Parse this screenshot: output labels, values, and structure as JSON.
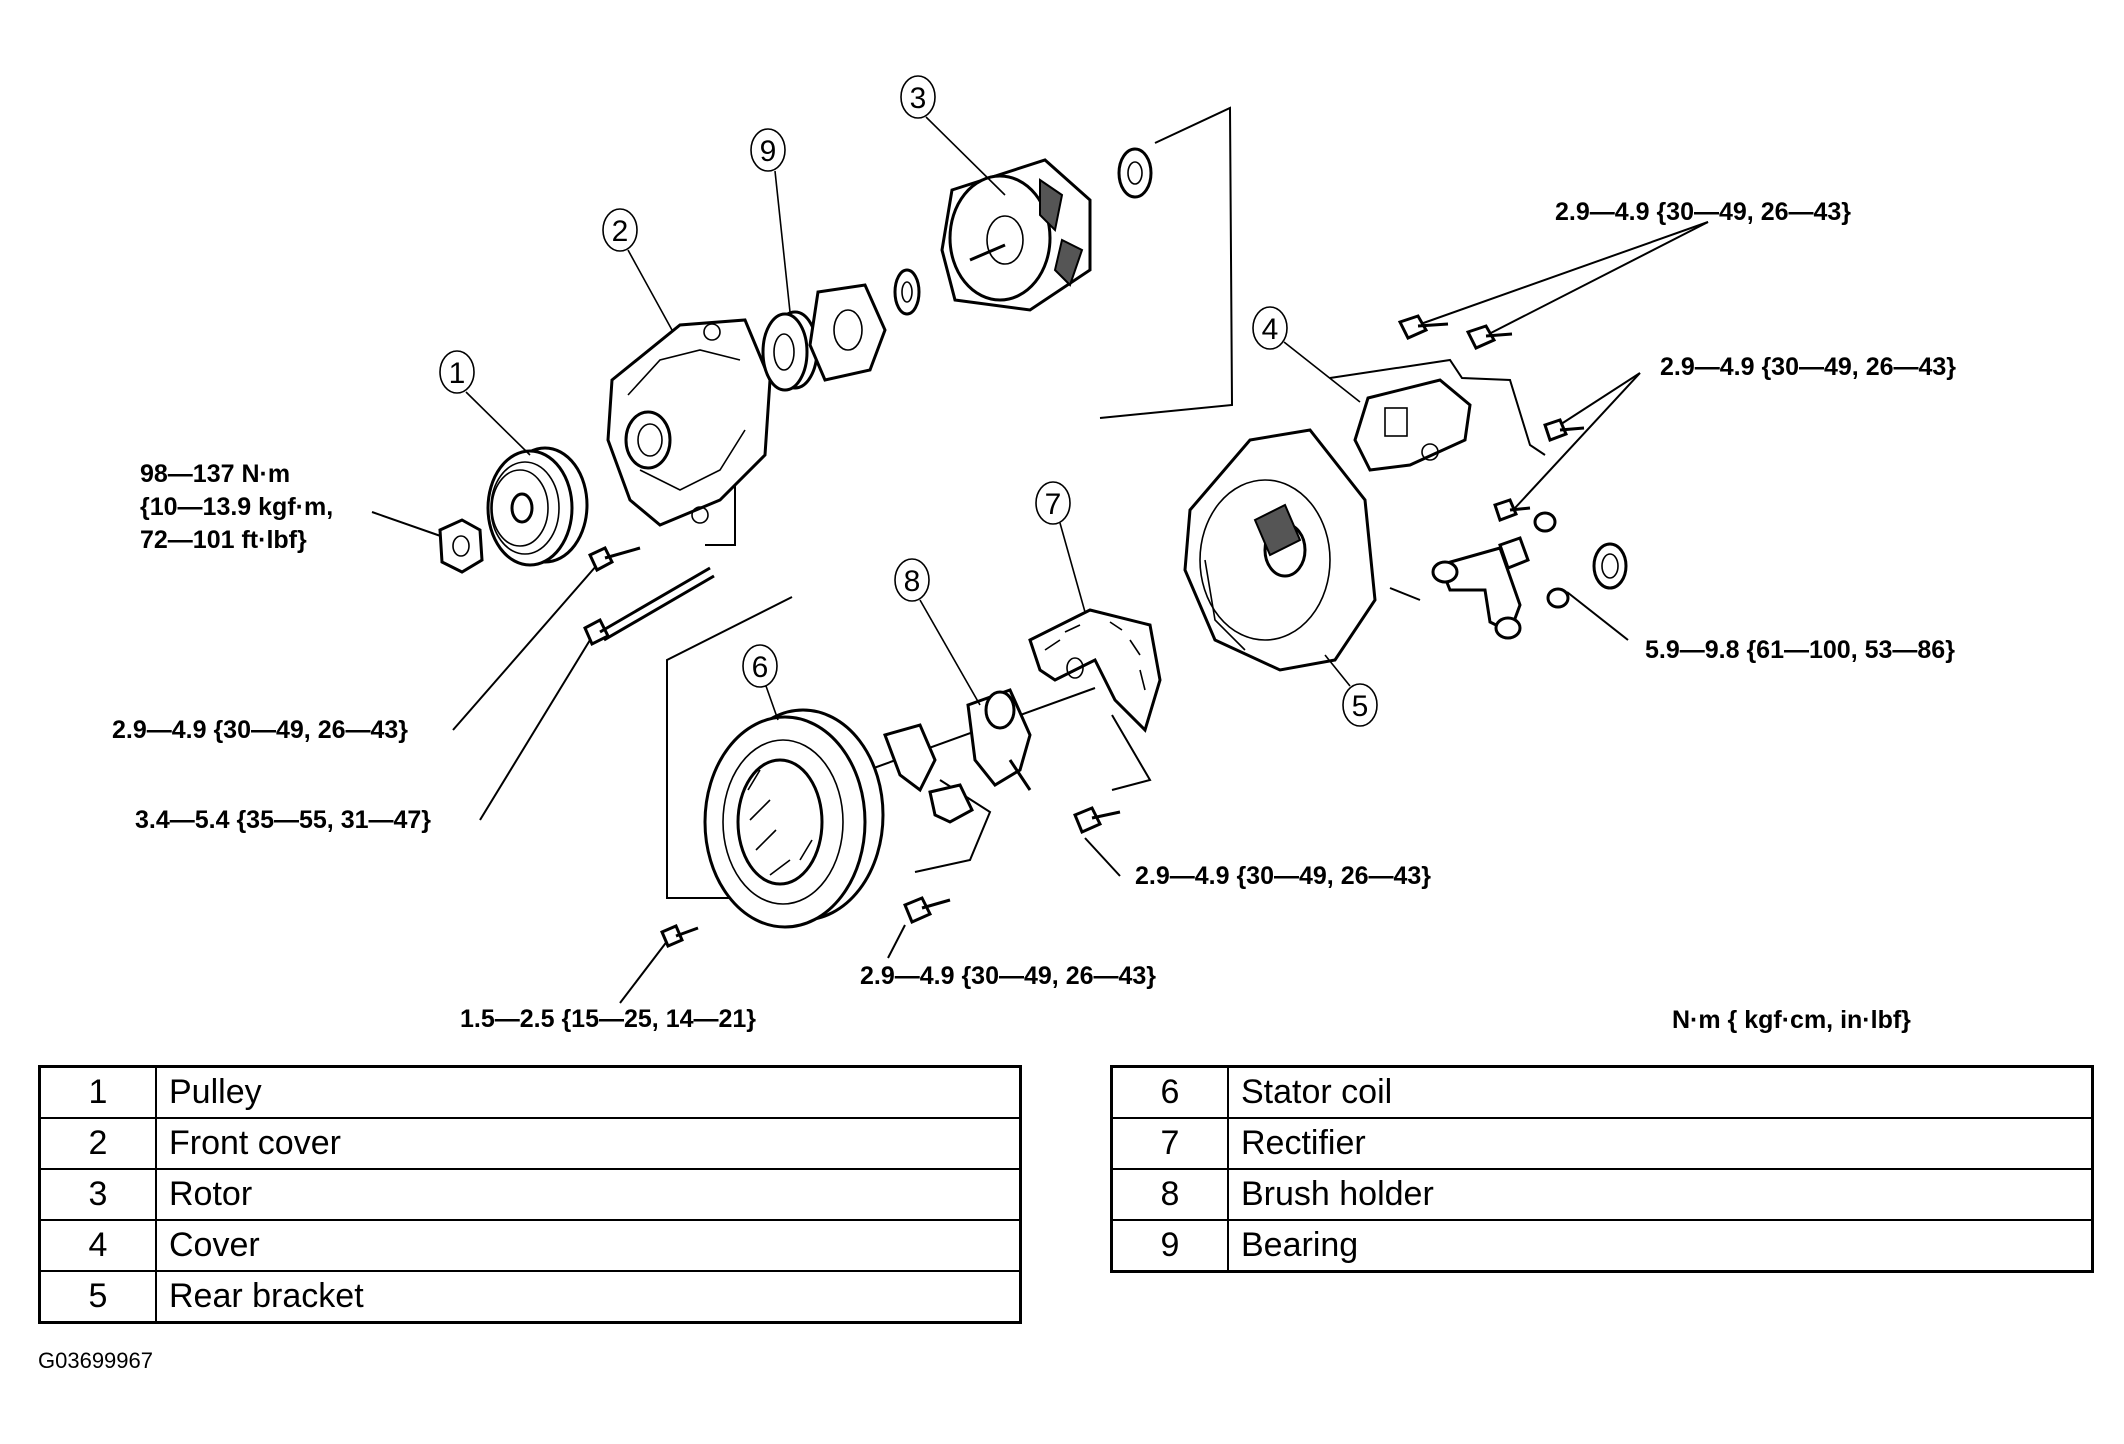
{
  "callouts": {
    "c1": "1",
    "c2": "2",
    "c3": "3",
    "c4": "4",
    "c5": "5",
    "c6": "6",
    "c7": "7",
    "c8": "8",
    "c9": "9"
  },
  "torque": {
    "pulley_nut_line1": "98—137 N·m",
    "pulley_nut_line2": "{10—13.9 kgf·m,",
    "pulley_nut_line3": "72—101 ft·lbf}",
    "cover_bolt_top": "2.9—4.9 {30—49, 26—43}",
    "cover_bolt_right": "2.9—4.9 {30—49, 26—43}",
    "terminal_nut": "5.9—9.8 {61—100, 53—86}",
    "front_bolt": "2.9—4.9 {30—49, 26—43}",
    "through_bolt": "3.4—5.4 {35—55, 31—47}",
    "rectifier_bolt": "2.9—4.9 {30—49, 26—43}",
    "brush_bolt": "2.9—4.9 {30—49, 26—43}",
    "stator_screw": "1.5—2.5 {15—25, 14—21}",
    "units": "N·m { kgf·cm, in·lbf}"
  },
  "legend_left": [
    {
      "num": "1",
      "name": "Pulley"
    },
    {
      "num": "2",
      "name": "Front cover"
    },
    {
      "num": "3",
      "name": "Rotor"
    },
    {
      "num": "4",
      "name": "Cover"
    },
    {
      "num": "5",
      "name": "Rear bracket"
    }
  ],
  "legend_right": [
    {
      "num": "6",
      "name": "Stator coil"
    },
    {
      "num": "7",
      "name": "Rectifier"
    },
    {
      "num": "8",
      "name": "Brush holder"
    },
    {
      "num": "9",
      "name": "Bearing"
    }
  ],
  "figure_code": "G03699967"
}
